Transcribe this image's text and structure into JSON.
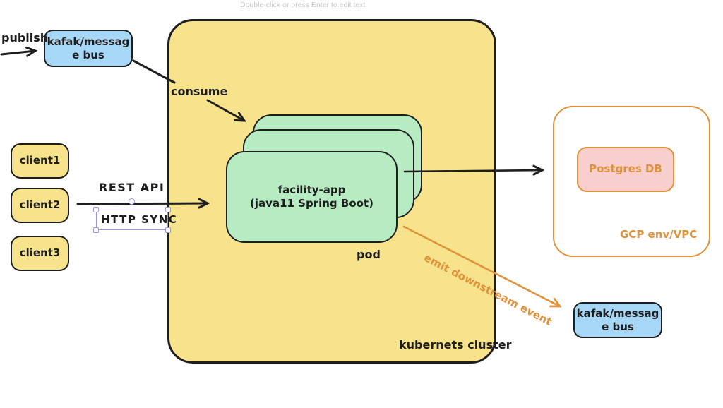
{
  "app": {
    "edit_hint": "Double-click or press Enter to edit text"
  },
  "colors": {
    "cluster_fill": "#f6e38c",
    "pod_fill": "#b7ecc2",
    "bus_fill": "#a7d7f7",
    "db_fill": "#f8cfcd",
    "orange_stroke": "#e0913c",
    "black_stroke": "#1e1e1e",
    "selection": "#9a97f2",
    "hint_text": "#c9c9c9"
  },
  "nodes": {
    "kafka_top": {
      "line1": "kafak/messag",
      "line2": "e bus"
    },
    "kafka_bottom": {
      "line1": "kafak/messag",
      "line2": "e bus"
    },
    "clients": [
      "client1",
      "client2",
      "client3"
    ],
    "facility": {
      "line1": "facility-app",
      "line2": "(java11 Spring Boot)"
    },
    "postgres": {
      "label": "Postgres DB"
    }
  },
  "labels": {
    "publish": "publish",
    "consume": "consume",
    "rest_api": "REST API",
    "http_sync": "HTTP SYNC",
    "pod": "pod",
    "cluster": "kubernets cluster",
    "gcp_env": "GCP env/VPC",
    "emit_event": "emit downstream event"
  }
}
